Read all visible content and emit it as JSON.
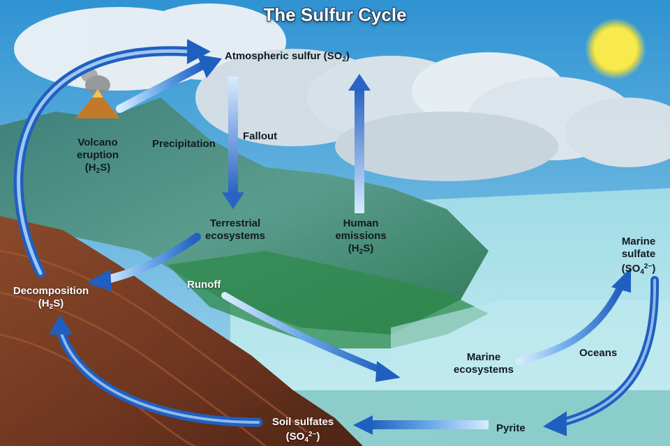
{
  "title": "The Sulfur Cycle",
  "labels": {
    "atmospheric_sulfur": {
      "text": "Atmospheric sulfur (SO",
      "sub": "2",
      "tail": ")"
    },
    "volcano": {
      "line1": "Volcano",
      "line2": "eruption",
      "formula_a": "(H",
      "formula_sub": "2",
      "formula_b": "S)"
    },
    "precipitation": "Precipitation",
    "fallout": "Fallout",
    "terrestrial": {
      "line1": "Terrestrial",
      "line2": "ecosystems"
    },
    "human": {
      "line1": "Human",
      "line2": "emissions",
      "formula_a": "(H",
      "formula_sub": "2",
      "formula_b": "S)"
    },
    "decomposition": {
      "line1": "Decomposition",
      "formula_a": "(H",
      "formula_sub": "2",
      "formula_b": "S)"
    },
    "runoff": "Runoff",
    "marine_sulfate": {
      "line1": "Marine",
      "line2": "sulfate",
      "formula_a": "(SO",
      "formula_sub": "4",
      "formula_sup": "2−",
      "formula_b": ")"
    },
    "marine_ecosystems": {
      "line1": "Marine",
      "line2": "ecosystems"
    },
    "oceans": "Oceans",
    "pyrite": "Pyrite",
    "soil_sulfates": {
      "line1": "Soil sulfates",
      "formula_a": "(SO",
      "formula_sub": "4",
      "formula_sup": "2−",
      "formula_b": ")"
    }
  },
  "colors": {
    "sky": "#4fa8d8",
    "cloud": "#e9eef2",
    "mountain": "#4f8f86",
    "ocean": "#8fd1de",
    "soil": "#7a3e22",
    "arrow": "#2e6fc7",
    "arrow_light": "#bfe0ff",
    "sun": "#f7e84a"
  }
}
